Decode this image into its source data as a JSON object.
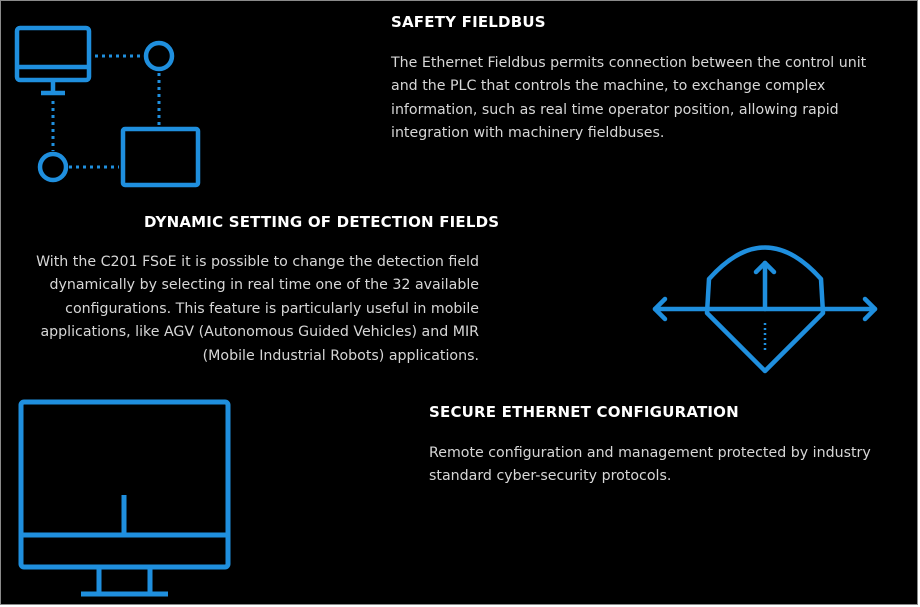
{
  "sections": {
    "fieldbus": {
      "title": "SAFETY FIELDBUS",
      "lines": [
        "The Ethernet Fieldbus permits connection between the control unit",
        "and the PLC that controls the machine, to exchange complex",
        "information, such as real time operator position, allowing rapid",
        "integration with machinery fieldbuses."
      ],
      "icon": "network-topology-icon"
    },
    "detection": {
      "title": "DYNAMIC SETTING OF DETECTION FIELDS",
      "lines": [
        "With the C201 FSoE it is possible to change the detection field",
        "dynamically by selecting in real time one of the 32 available",
        "configurations. This feature is particularly useful in mobile",
        "applications, like AGV (Autonomous Guided Vehicles) and MIR",
        "(Mobile Industrial Robots) applications."
      ],
      "icon": "detection-field-icon"
    },
    "ethernet": {
      "title": "SECURE ETHERNET CONFIGURATION",
      "lines": [
        "Remote configuration and management protected by industry",
        "standard cyber-security protocols."
      ],
      "icon": "monitor-icon"
    }
  },
  "colors": {
    "background": "#000000",
    "accent": "#1f8fde",
    "title": "#ffffff",
    "text": "#d7d7d7"
  }
}
